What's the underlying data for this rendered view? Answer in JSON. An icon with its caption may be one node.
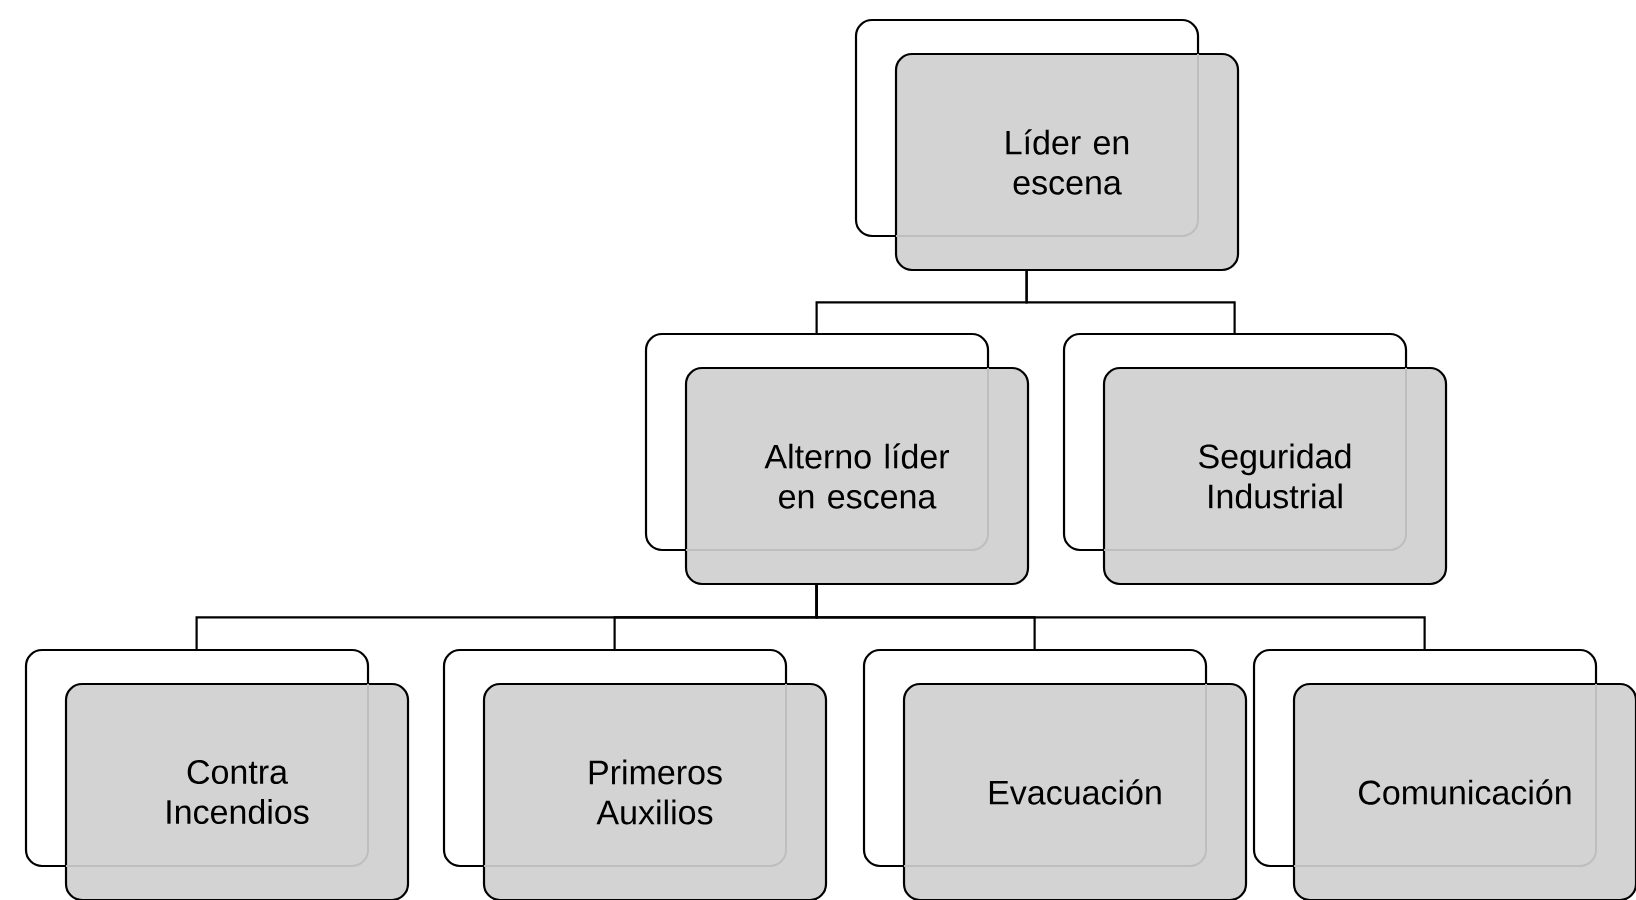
{
  "diagram": {
    "nodes": [
      {
        "text": [
          "Líder en escena"
        ]
      },
      {
        "text": [
          "Alterno líder en escena"
        ]
      },
      {
        "text": [
          "Seguridad Industrial"
        ]
      },
      {
        "text": [
          "Contra Incendios"
        ]
      },
      {
        "text": [
          "Primeros Auxilios"
        ]
      },
      {
        "text": [
          "Evacuación"
        ]
      },
      {
        "text": [
          "Comunicación"
        ]
      }
    ],
    "edges": [
      {
        "from": 0,
        "to": 1,
        "arrow": "none"
      },
      {
        "from": 0,
        "to": 2,
        "arrow": "none"
      },
      {
        "from": 1,
        "to": 3,
        "arrow": "none"
      },
      {
        "from": 1,
        "to": 4,
        "arrow": "none"
      },
      {
        "from": 1,
        "to": 5,
        "arrow": "none"
      },
      {
        "from": 1,
        "to": 6,
        "arrow": "none"
      }
    ]
  }
}
